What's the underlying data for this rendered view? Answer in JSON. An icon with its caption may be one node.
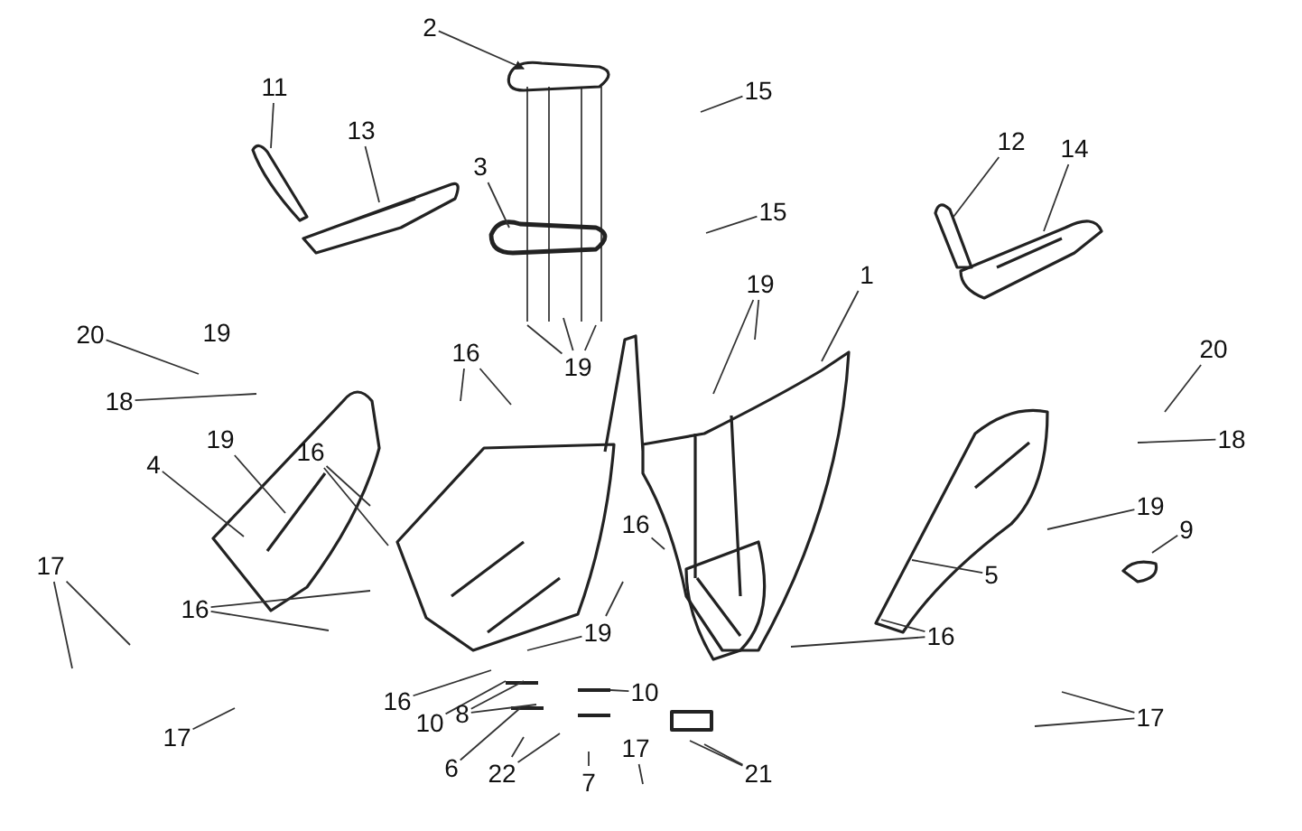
{
  "diagram": {
    "nodes": [
      {
        "text": [
          "2"
        ]
      },
      {
        "text": [
          "15"
        ]
      },
      {
        "text": [
          "11"
        ]
      },
      {
        "text": [
          "13"
        ]
      },
      {
        "text": [
          "3"
        ]
      },
      {
        "text": [
          "12"
        ]
      },
      {
        "text": [
          "14"
        ]
      },
      {
        "text": [
          "15"
        ]
      },
      {
        "text": [
          "19"
        ]
      },
      {
        "text": [
          "1"
        ]
      },
      {
        "text": [
          "19"
        ]
      },
      {
        "text": [
          "20"
        ]
      },
      {
        "text": [
          "16"
        ]
      },
      {
        "text": [
          "18"
        ]
      },
      {
        "text": [
          "20"
        ]
      },
      {
        "text": [
          "18"
        ]
      },
      {
        "text": [
          "4"
        ]
      },
      {
        "text": [
          "19"
        ]
      },
      {
        "text": [
          "16"
        ]
      },
      {
        "text": [
          "16"
        ]
      },
      {
        "text": [
          "19"
        ]
      },
      {
        "text": [
          "9"
        ]
      },
      {
        "text": [
          "17"
        ]
      },
      {
        "text": [
          "5"
        ]
      },
      {
        "text": [
          "16"
        ]
      },
      {
        "text": [
          "19"
        ]
      },
      {
        "text": [
          "16"
        ]
      },
      {
        "text": [
          "16"
        ]
      },
      {
        "text": [
          "10"
        ]
      },
      {
        "text": [
          "8"
        ]
      },
      {
        "text": [
          "10"
        ]
      },
      {
        "text": [
          "6"
        ]
      },
      {
        "text": [
          "22"
        ]
      },
      {
        "text": [
          "7"
        ]
      },
      {
        "text": [
          "17"
        ]
      },
      {
        "text": [
          "21"
        ]
      },
      {
        "text": [
          "17"
        ]
      },
      {
        "text": [
          "17"
        ]
      }
    ],
    "edges": [
      {
        "from": 0,
        "to": null,
        "arrow": "to"
      },
      {
        "from": 1,
        "to": null,
        "arrow": "none"
      },
      {
        "from": 2,
        "to": null,
        "arrow": "none"
      },
      {
        "from": 3,
        "to": null,
        "arrow": "none"
      },
      {
        "from": 4,
        "to": null,
        "arrow": "none"
      },
      {
        "from": 5,
        "to": null,
        "arrow": "none"
      },
      {
        "from": 6,
        "to": null,
        "arrow": "none"
      },
      {
        "from": 7,
        "to": null,
        "arrow": "none"
      },
      {
        "from": 8,
        "to": null,
        "arrow": "none"
      },
      {
        "from": 8,
        "to": null,
        "arrow": "none"
      },
      {
        "from": 8,
        "to": null,
        "arrow": "none"
      },
      {
        "from": 9,
        "to": null,
        "arrow": "none"
      },
      {
        "from": 10,
        "to": null,
        "arrow": "none"
      },
      {
        "from": 10,
        "to": null,
        "arrow": "none"
      },
      {
        "from": 11,
        "to": null,
        "arrow": "none"
      },
      {
        "from": 12,
        "to": null,
        "arrow": "none"
      },
      {
        "from": 12,
        "to": null,
        "arrow": "none"
      },
      {
        "from": 13,
        "to": null,
        "arrow": "none"
      },
      {
        "from": 14,
        "to": null,
        "arrow": "none"
      },
      {
        "from": 15,
        "to": null,
        "arrow": "none"
      },
      {
        "from": 16,
        "to": null,
        "arrow": "none"
      },
      {
        "from": 17,
        "to": null,
        "arrow": "none"
      },
      {
        "from": 18,
        "to": null,
        "arrow": "none"
      },
      {
        "from": 18,
        "to": null,
        "arrow": "none"
      },
      {
        "from": 19,
        "to": null,
        "arrow": "none"
      },
      {
        "from": 20,
        "to": null,
        "arrow": "none"
      },
      {
        "from": 21,
        "to": null,
        "arrow": "none"
      },
      {
        "from": 22,
        "to": null,
        "arrow": "none"
      },
      {
        "from": 22,
        "to": null,
        "arrow": "none"
      },
      {
        "from": 23,
        "to": null,
        "arrow": "none"
      },
      {
        "from": 24,
        "to": null,
        "arrow": "none"
      },
      {
        "from": 24,
        "to": null,
        "arrow": "none"
      },
      {
        "from": 25,
        "to": null,
        "arrow": "none"
      },
      {
        "from": 25,
        "to": null,
        "arrow": "none"
      },
      {
        "from": 26,
        "to": null,
        "arrow": "none"
      },
      {
        "from": 26,
        "to": null,
        "arrow": "none"
      },
      {
        "from": 27,
        "to": null,
        "arrow": "none"
      },
      {
        "from": 28,
        "to": null,
        "arrow": "none"
      },
      {
        "from": 29,
        "to": null,
        "arrow": "none"
      },
      {
        "from": 29,
        "to": null,
        "arrow": "none"
      },
      {
        "from": 30,
        "to": null,
        "arrow": "none"
      },
      {
        "from": 31,
        "to": null,
        "arrow": "none"
      },
      {
        "from": 32,
        "to": null,
        "arrow": "none"
      },
      {
        "from": 32,
        "to": null,
        "arrow": "none"
      },
      {
        "from": 33,
        "to": null,
        "arrow": "none"
      },
      {
        "from": 34,
        "to": null,
        "arrow": "none"
      },
      {
        "from": 35,
        "to": null,
        "arrow": "none"
      },
      {
        "from": 35,
        "to": null,
        "arrow": "none"
      },
      {
        "from": 36,
        "to": null,
        "arrow": "none"
      },
      {
        "from": 37,
        "to": null,
        "arrow": "none"
      },
      {
        "from": 37,
        "to": null,
        "arrow": "none"
      }
    ],
    "labels": [
      "19"
    ]
  }
}
